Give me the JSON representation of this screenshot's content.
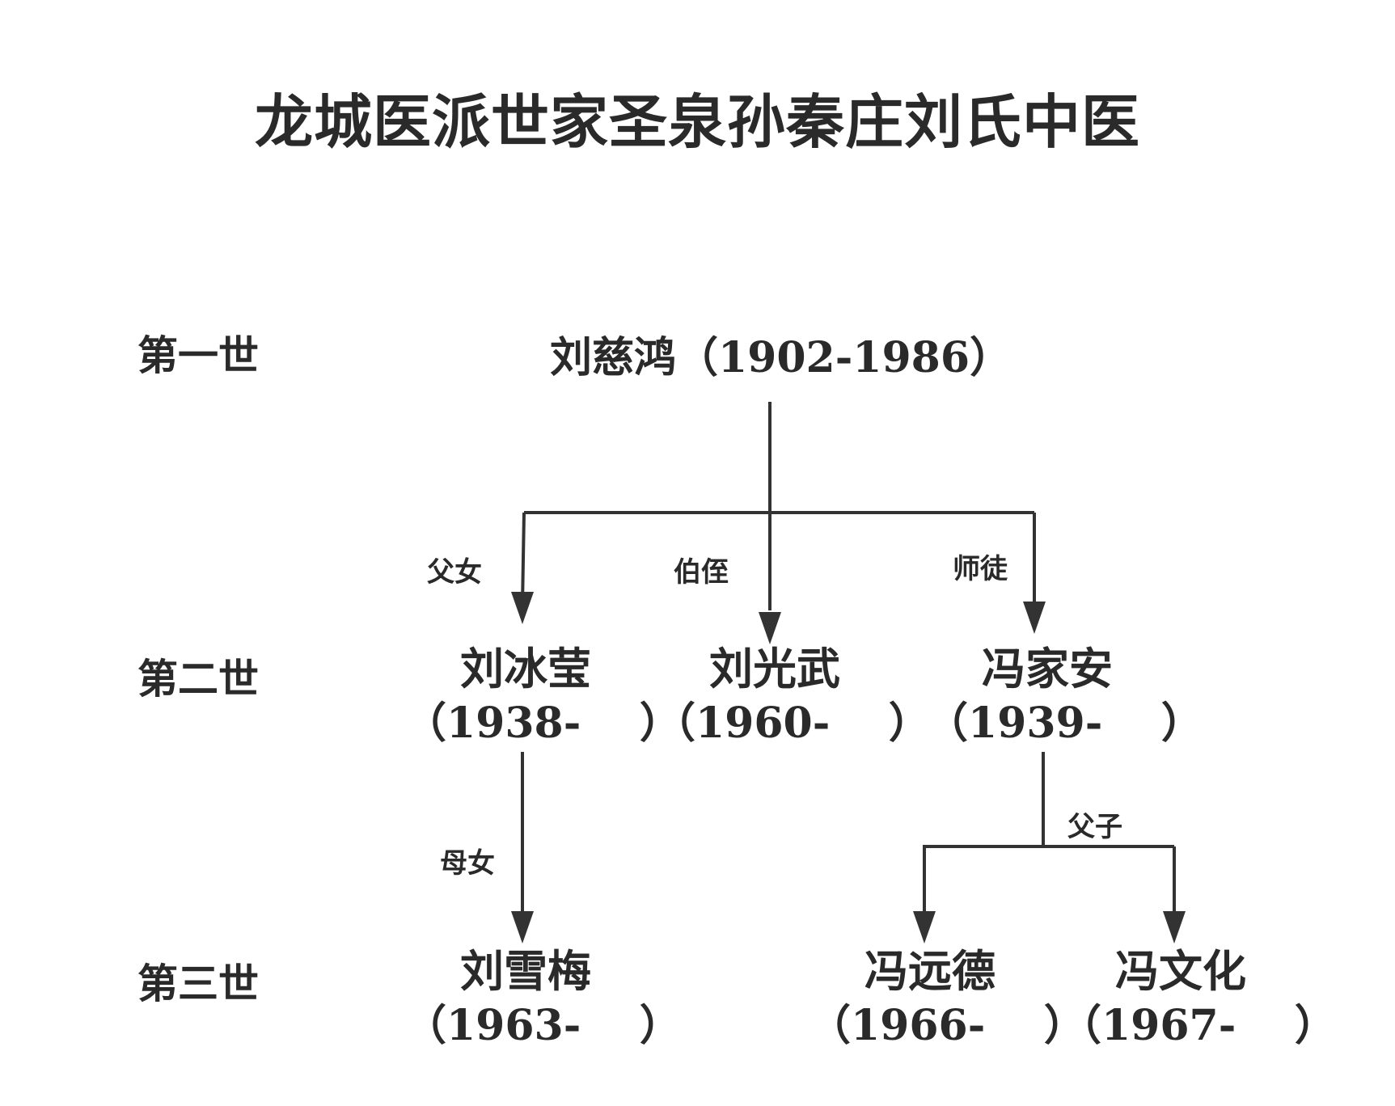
{
  "title": "龙城医派世家圣泉孙秦庄刘氏中医",
  "generations": [
    "第一世",
    "第二世",
    "第三世"
  ],
  "root": {
    "label": "刘慈鸿（1902-1986）"
  },
  "gen2": [
    {
      "name": "刘冰莹",
      "years": "（1938-    ）"
    },
    {
      "name": "刘光武",
      "years": "（1960-    ）"
    },
    {
      "name": "冯家安",
      "years": "（1939-    ）"
    }
  ],
  "gen3": [
    {
      "name": "刘雪梅",
      "years": "（1963-    ）"
    },
    {
      "name": "冯远德",
      "years": "（1966-    ）"
    },
    {
      "name": "冯文化",
      "years": "（1967-    ）"
    }
  ],
  "relations": {
    "r1": "父女",
    "r2": "伯侄",
    "r3": "师徒",
    "r4": "母女",
    "r5": "父子"
  }
}
